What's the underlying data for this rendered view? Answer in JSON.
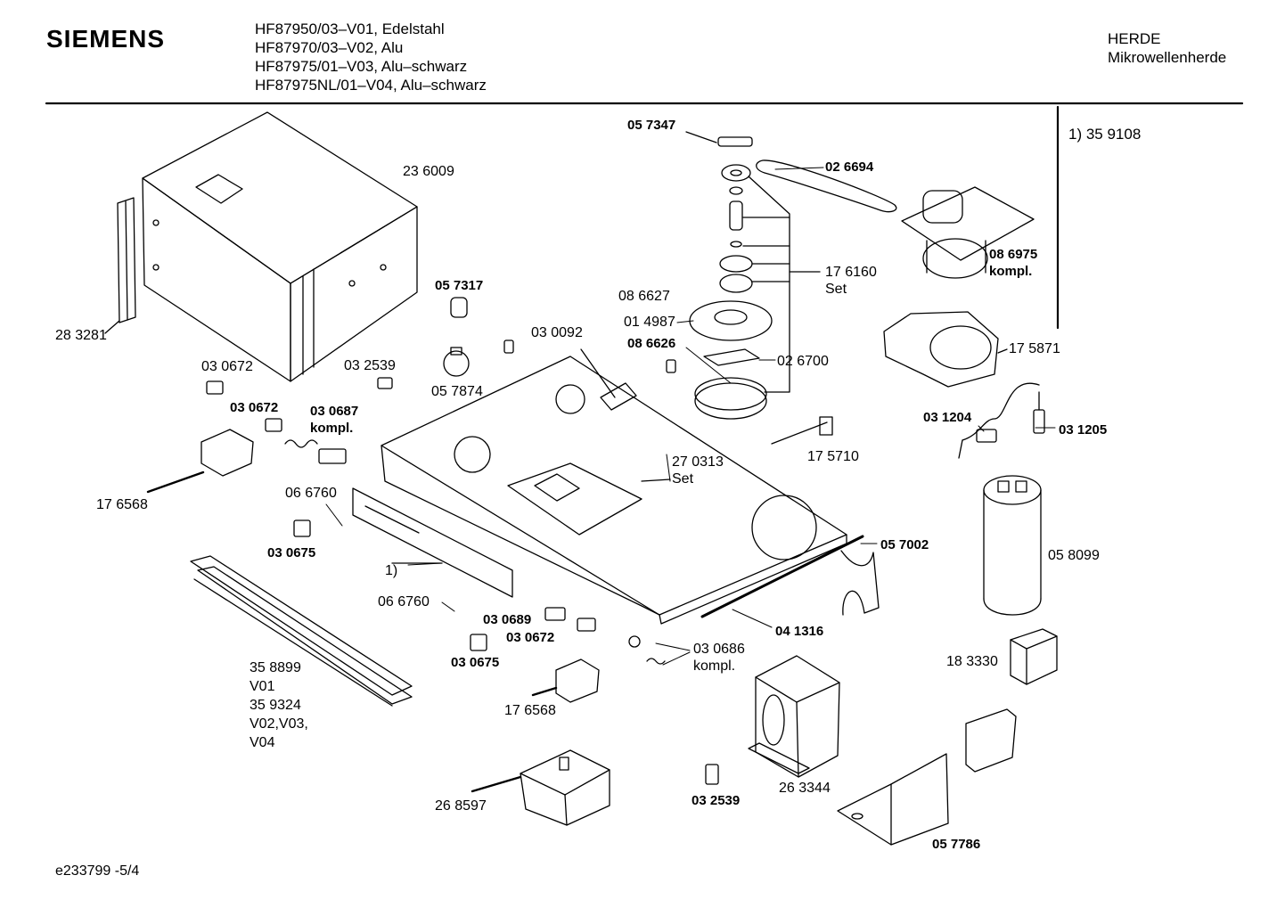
{
  "header": {
    "brand": "SIEMENS",
    "models": [
      "HF87950/03–V01, Edelstahl",
      "HF87970/03–V02, Alu",
      "HF87975/01–V03, Alu–schwarz",
      "HF87975NL/01–V04, Alu–schwarz"
    ],
    "category": [
      "HERDE",
      "Mikrowellenherde"
    ]
  },
  "footnote": "1)  35 9108",
  "doc_number": "e233799 -5/4",
  "parts": [
    {
      "text": "23 6009",
      "bold": false
    },
    {
      "text": "28 3281",
      "bold": false
    },
    {
      "text": "05 7347",
      "bold": true
    },
    {
      "text": "02 6694",
      "bold": true
    },
    {
      "text": "08 6975\nkompl.",
      "bold": true
    },
    {
      "text": "17 6160\nSet",
      "bold": false
    },
    {
      "text": "05 7317",
      "bold": true
    },
    {
      "text": "08 6627",
      "bold": false
    },
    {
      "text": "03 0092",
      "bold": false
    },
    {
      "text": "01 4987",
      "bold": false
    },
    {
      "text": "08 6626",
      "bold": true
    },
    {
      "text": "02 6700",
      "bold": false
    },
    {
      "text": "17 5871",
      "bold": false
    },
    {
      "text": "03 0672",
      "bold": false
    },
    {
      "text": "03 2539",
      "bold": false
    },
    {
      "text": "05 7874",
      "bold": false
    },
    {
      "text": "03 0672",
      "bold": true
    },
    {
      "text": "03 0687\nkompl.",
      "bold": true
    },
    {
      "text": "03 1204",
      "bold": true
    },
    {
      "text": "03 1205",
      "bold": true
    },
    {
      "text": "17 5710",
      "bold": false
    },
    {
      "text": "27 0313\nSet",
      "bold": false
    },
    {
      "text": "17 6568",
      "bold": false
    },
    {
      "text": "06 6760",
      "bold": false
    },
    {
      "text": "03 0675",
      "bold": true
    },
    {
      "text": "05 7002",
      "bold": true
    },
    {
      "text": "05 8099",
      "bold": false
    },
    {
      "text": "1)",
      "bold": false
    },
    {
      "text": "06 6760",
      "bold": false
    },
    {
      "text": "03 0689",
      "bold": true
    },
    {
      "text": "03 0672",
      "bold": true
    },
    {
      "text": "04 1316",
      "bold": true
    },
    {
      "text": "03 0675",
      "bold": true
    },
    {
      "text": "03 0686\nkompl.",
      "bold": false
    },
    {
      "text": "18 3330",
      "bold": false
    },
    {
      "text": "35 8899\nV01\n35 9324\nV02,V03,\nV04",
      "bold": false
    },
    {
      "text": "17 6568",
      "bold": false
    },
    {
      "text": "26 3344",
      "bold": false
    },
    {
      "text": "26 8597",
      "bold": false
    },
    {
      "text": "03 2539",
      "bold": true
    },
    {
      "text": "05 7786",
      "bold": true
    }
  ]
}
